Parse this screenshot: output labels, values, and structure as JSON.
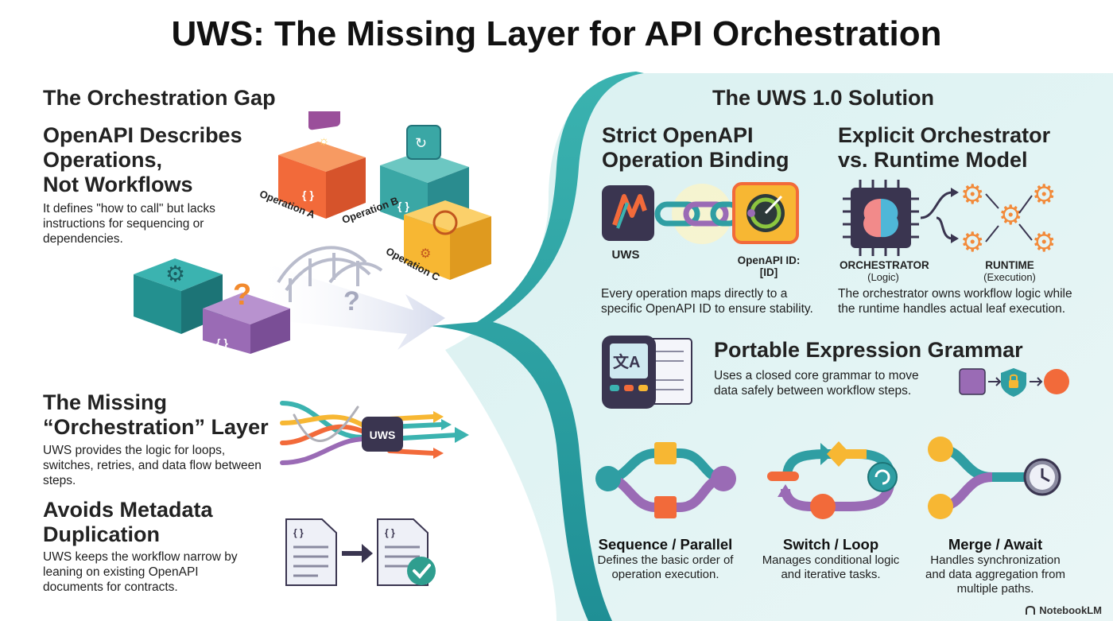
{
  "title": "UWS: The Missing Layer for API Orchestration",
  "left": {
    "section_title": "The Orchestration Gap",
    "gap": {
      "heading": "OpenAPI Describes Operations, Not Workflows",
      "heading_lines": [
        "OpenAPI Describes",
        "Operations,",
        "Not Workflows"
      ],
      "body": "It defines \"how to call\" but lacks instructions for sequencing or dependencies.",
      "operations": [
        "Operation A",
        "Operation B",
        "Operation C"
      ]
    },
    "missing_layer": {
      "heading_lines": [
        "The Missing",
        "“Orchestration” Layer"
      ],
      "body": "UWS provides the logic for loops, switches, retries, and data flow between steps.",
      "badge": "UWS"
    },
    "duplication": {
      "heading_lines": [
        "Avoids Metadata",
        "Duplication"
      ],
      "body": "UWS keeps the workflow narrow by leaning on existing OpenAPI documents for contracts."
    }
  },
  "right": {
    "section_title": "The UWS 1.0 Solution",
    "binding": {
      "heading_lines": [
        "Strict OpenAPI",
        "Operation Binding"
      ],
      "left_label": "UWS",
      "right_label_lines": [
        "OpenAPI ID:",
        "[ID]"
      ],
      "body": "Every operation maps directly to a specific OpenAPI ID to ensure stability."
    },
    "orchestrator": {
      "heading_lines": [
        "Explicit Orchestrator",
        "vs. Runtime Model"
      ],
      "orchestrator_label": "ORCHESTRATOR",
      "orchestrator_sub": "(Logic)",
      "runtime_label": "RUNTIME",
      "runtime_sub": "(Execution)",
      "body": "The orchestrator owns workflow logic while the runtime handles actual leaf execution."
    },
    "expression": {
      "heading": "Portable Expression Grammar",
      "body": "Uses a closed core grammar to move data safely between workflow steps."
    },
    "patterns": [
      {
        "title": "Sequence / Parallel",
        "body_lines": [
          "Defines the basic order of",
          "operation execution."
        ]
      },
      {
        "title": "Switch / Loop",
        "body_lines": [
          "Manages conditional logic",
          "and iterative tasks."
        ]
      },
      {
        "title": "Merge / Await",
        "body_lines": [
          "Handles synchronization",
          "and data aggregation from",
          "multiple paths."
        ]
      }
    ]
  },
  "footer": {
    "brand": "NotebookLM"
  },
  "colors": {
    "teal": "#2fa6a6",
    "panel_bg": "#e3f4f4",
    "orange": "#f26a3a",
    "purple": "#9a6bb5",
    "yellow": "#f7b733",
    "dark": "#3a3550"
  }
}
